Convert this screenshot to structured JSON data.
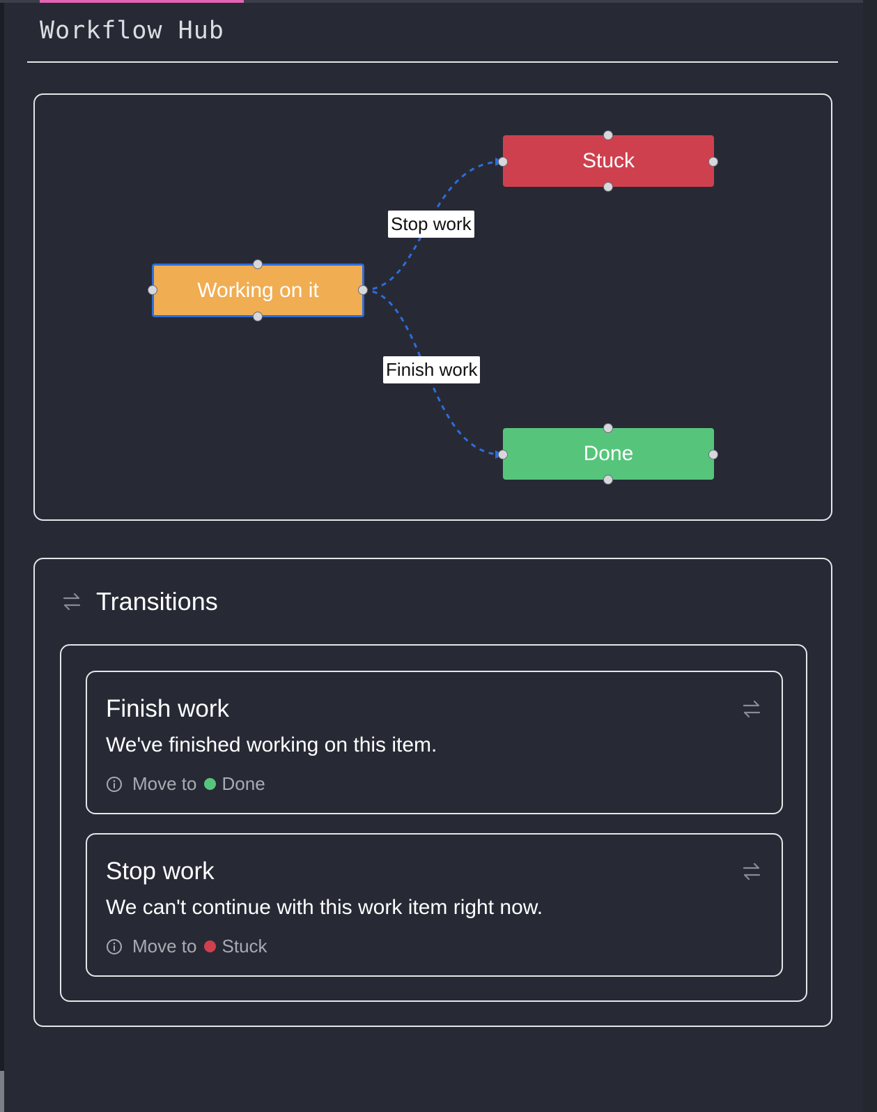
{
  "app": {
    "title": "Workflow Hub"
  },
  "diagram": {
    "nodes": [
      {
        "id": "working",
        "label": "Working on it",
        "color": "#f0ad52",
        "selected": true,
        "selection_color": "#2e6ddc"
      },
      {
        "id": "stuck",
        "label": "Stuck",
        "color": "#cf404e"
      },
      {
        "id": "done",
        "label": "Done",
        "color": "#56c57b"
      }
    ],
    "edges": [
      {
        "from": "working",
        "to": "stuck",
        "label": "Stop work"
      },
      {
        "from": "working",
        "to": "done",
        "label": "Finish work"
      }
    ],
    "edge_color": "#2e6ddc",
    "edge_style": "dashed"
  },
  "transitions": {
    "title": "Transitions",
    "icon": "arrows-exchange-icon",
    "items": [
      {
        "name": "Finish work",
        "description": "We've finished working on this item.",
        "move_label": "Move to",
        "target": "Done",
        "target_color": "#56c57b",
        "icon": "arrows-exchange-icon"
      },
      {
        "name": "Stop work",
        "description": "We can't continue with this work item right now.",
        "move_label": "Move to",
        "target": "Stuck",
        "target_color": "#cf404e",
        "icon": "arrows-exchange-icon"
      }
    ]
  }
}
